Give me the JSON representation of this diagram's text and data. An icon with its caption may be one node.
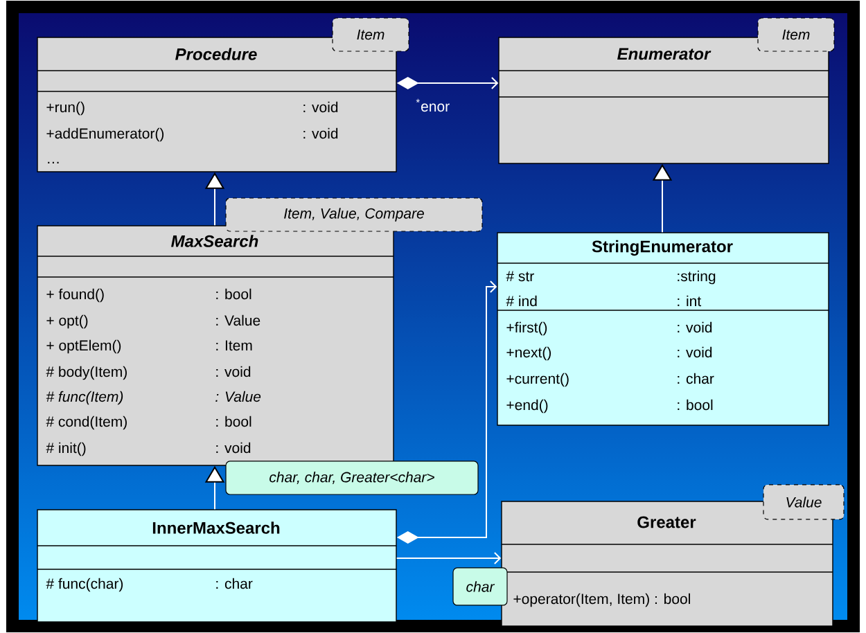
{
  "diagram": {
    "nodes": [
      {
        "text": [
          "Procedure",
          "+run()",
          ": void",
          "+addEnumerator()",
          ": void",
          "…"
        ]
      },
      {
        "text": [
          "Item"
        ]
      },
      {
        "text": [
          "Enumerator"
        ]
      },
      {
        "text": [
          "Item"
        ]
      },
      {
        "text": [
          "Item, Value, Compare"
        ]
      },
      {
        "text": [
          "MaxSearch",
          "+ found()",
          ": bool",
          "+ opt()",
          ": Value",
          "+ optElem()",
          ": Item",
          "# body(Item)",
          ": void",
          "# func(Item)",
          ": Value",
          "# cond(Item)",
          ": bool",
          "# init()",
          ": void"
        ]
      },
      {
        "text": [
          "StringEnumerator",
          "# str",
          ":string",
          "# ind",
          ": int",
          "+first()",
          ": void",
          "+next()",
          ": void",
          "+current()",
          ": char",
          "+end()",
          ": bool"
        ]
      },
      {
        "text": [
          "char, char, Greater<char>"
        ]
      },
      {
        "text": [
          "InnerMaxSearch",
          "# func(char)",
          ": char"
        ]
      },
      {
        "text": [
          "Greater",
          "+operator(Item, Item) : bool"
        ]
      },
      {
        "text": [
          "Value"
        ]
      },
      {
        "text": [
          "char"
        ]
      }
    ],
    "edges": [
      {
        "from": 5,
        "to": 0,
        "arrow": "to"
      },
      {
        "from": 0,
        "to": 2,
        "arrow": "to",
        "label": "$^{*}$enor"
      },
      {
        "from": 6,
        "to": 2,
        "arrow": "to"
      },
      {
        "from": 8,
        "to": 5,
        "arrow": "to"
      },
      {
        "from": 8,
        "to": 6,
        "arrow": "to"
      },
      {
        "from": 8,
        "to": 9,
        "arrow": "to"
      }
    ]
  }
}
